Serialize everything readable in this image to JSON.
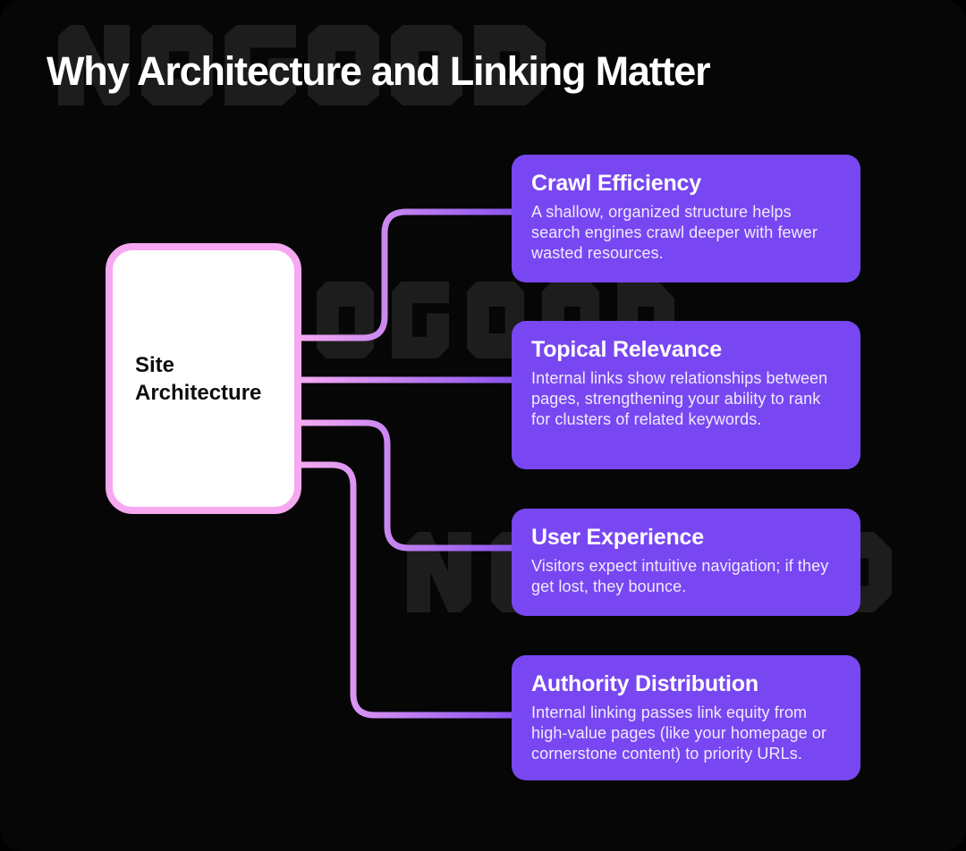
{
  "page": {
    "title": "Why Architecture and Linking Matter",
    "watermark_text": "NOGOOD",
    "colors": {
      "background": "#060606",
      "card_purple": "#7847F2",
      "node_border_pink": "#F6A8F0",
      "node_fill": "#FFFFFF",
      "title_text": "#FFFFFF",
      "card_body_text": "#F0EAFF",
      "watermark": "#1D1D1D",
      "connector_gradient_from": "#F8ACF2",
      "connector_gradient_to": "#8852F0"
    }
  },
  "root_node": {
    "label": "Site Architecture"
  },
  "branches": [
    {
      "title": "Crawl Efficiency",
      "description": "A shallow, organized structure helps search engines crawl deeper with fewer wasted resources."
    },
    {
      "title": "Topical Relevance",
      "description": "Internal links show relationships between pages, strengthening your ability to rank for clusters of related keywords."
    },
    {
      "title": "User Experience",
      "description": "Visitors expect intuitive navigation; if they get lost, they bounce."
    },
    {
      "title": "Authority Distribution",
      "description": "Internal linking passes link equity from high-value pages (like your homepage or cornerstone content) to priority URLs."
    }
  ]
}
